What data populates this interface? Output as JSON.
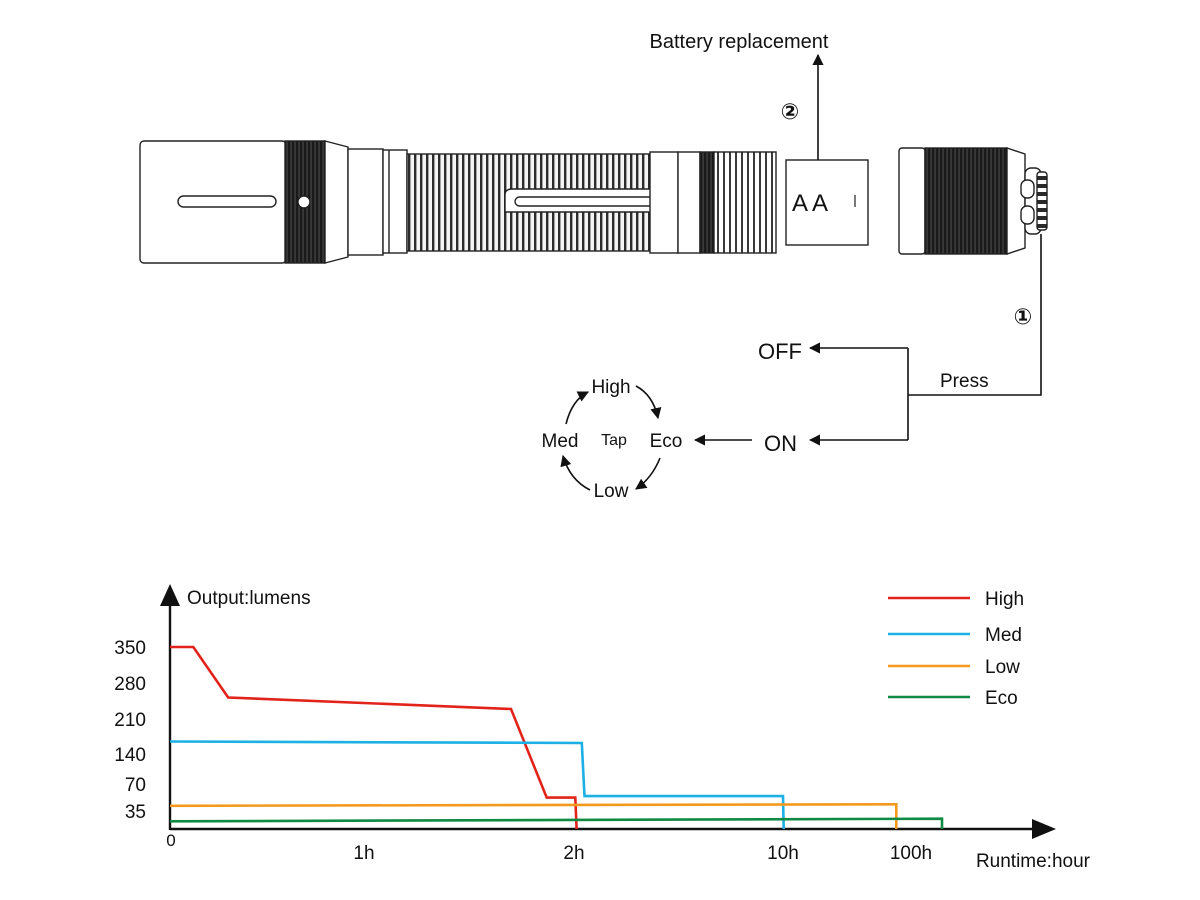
{
  "diagram": {
    "battery_replacement": "Battery replacement",
    "step2": "②",
    "step1": "①",
    "battery_label": "AA",
    "off": "OFF",
    "on": "ON",
    "press": "Press",
    "cycle": {
      "high": "High",
      "eco": "Eco",
      "low": "Low",
      "med": "Med",
      "tap": "Tap"
    }
  },
  "colors": {
    "high": "#e2231a",
    "med": "#1cb0e4",
    "low": "#f39a1e",
    "eco": "#0f8a43",
    "ink": "#111111"
  },
  "chart_data": {
    "type": "line",
    "ylabel": "Output:lumens",
    "xlabel": "Runtime:hour",
    "y_ticks": [
      "350",
      "280",
      "210",
      "140",
      "70",
      "35"
    ],
    "x_ticks": [
      "0",
      "1h",
      "2h",
      "10h",
      "100h"
    ],
    "legend_position": "top-right",
    "series": [
      {
        "name": "High",
        "color": "#e2231a",
        "points": [
          [
            0,
            350
          ],
          [
            0.12,
            350
          ],
          [
            0.3,
            253
          ],
          [
            1.7,
            230
          ],
          [
            1.87,
            53
          ],
          [
            2.05,
            53
          ],
          [
            2.1,
            0
          ]
        ]
      },
      {
        "name": "Med",
        "color": "#1cb0e4",
        "points": [
          [
            0,
            165
          ],
          [
            2.3,
            162
          ],
          [
            2.4,
            55
          ],
          [
            10,
            55
          ],
          [
            10.5,
            0
          ]
        ]
      },
      {
        "name": "Low",
        "color": "#f39a1e",
        "points": [
          [
            0,
            42
          ],
          [
            95,
            44
          ],
          [
            95,
            0
          ]
        ]
      },
      {
        "name": "Eco",
        "color": "#0f8a43",
        "points": [
          [
            0,
            15
          ],
          [
            150,
            20
          ],
          [
            150,
            0
          ]
        ]
      }
    ]
  }
}
